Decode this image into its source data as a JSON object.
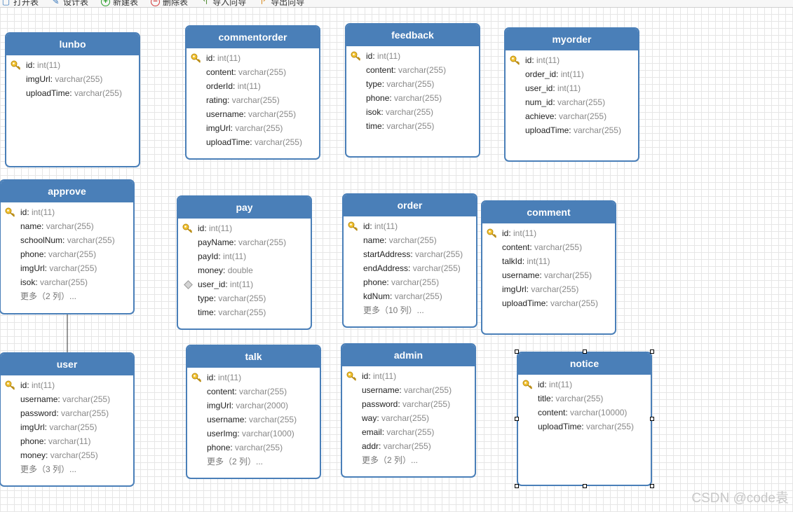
{
  "toolbar": [
    {
      "id": "open",
      "label": "打开表",
      "icon": "open-table-icon",
      "glyph": "▢"
    },
    {
      "id": "design",
      "label": "设计表",
      "icon": "design-table-icon",
      "glyph": "✎"
    },
    {
      "id": "new",
      "label": "新建表",
      "icon": "new-table-icon",
      "glyph": "+"
    },
    {
      "id": "del",
      "label": "删除表",
      "icon": "delete-table-icon",
      "glyph": "−"
    },
    {
      "id": "imp",
      "label": "导入向导",
      "icon": "import-wizard-icon",
      "glyph": "↰"
    },
    {
      "id": "exp",
      "label": "导出向导",
      "icon": "export-wizard-icon",
      "glyph": "↱"
    }
  ],
  "colors": {
    "header": "#4a7fb8",
    "border": "#4a7fb8",
    "key": "#f2c230",
    "type_text": "#888888"
  },
  "entities": [
    {
      "name": "lunbo",
      "fields": [
        {
          "name": "id",
          "type": "int(11)",
          "key": "pk"
        },
        {
          "name": "imgUrl",
          "type": "varchar(255)"
        },
        {
          "name": "uploadTime",
          "type": "varchar(255)"
        }
      ]
    },
    {
      "name": "commentorder",
      "fields": [
        {
          "name": "id",
          "type": "int(11)",
          "key": "pk"
        },
        {
          "name": "content",
          "type": "varchar(255)"
        },
        {
          "name": "orderId",
          "type": "int(11)"
        },
        {
          "name": "rating",
          "type": "varchar(255)"
        },
        {
          "name": "username",
          "type": "varchar(255)"
        },
        {
          "name": "imgUrl",
          "type": "varchar(255)"
        },
        {
          "name": "uploadTime",
          "type": "varchar(255)"
        }
      ]
    },
    {
      "name": "feedback",
      "fields": [
        {
          "name": "id",
          "type": "int(11)",
          "key": "pk"
        },
        {
          "name": "content",
          "type": "varchar(255)"
        },
        {
          "name": "type",
          "type": "varchar(255)"
        },
        {
          "name": "phone",
          "type": "varchar(255)"
        },
        {
          "name": "isok",
          "type": "varchar(255)"
        },
        {
          "name": "time",
          "type": "varchar(255)"
        }
      ]
    },
    {
      "name": "myorder",
      "fields": [
        {
          "name": "id",
          "type": "int(11)",
          "key": "pk"
        },
        {
          "name": "order_id",
          "type": "int(11)"
        },
        {
          "name": "user_id",
          "type": "int(11)"
        },
        {
          "name": "num_id",
          "type": "varchar(255)"
        },
        {
          "name": "achieve",
          "type": "varchar(255)"
        },
        {
          "name": "uploadTime",
          "type": "varchar(255)"
        }
      ]
    },
    {
      "name": "approve",
      "fields": [
        {
          "name": "id",
          "type": "int(11)",
          "key": "pk"
        },
        {
          "name": "name",
          "type": "varchar(255)"
        },
        {
          "name": "schoolNum",
          "type": "varchar(255)"
        },
        {
          "name": "phone",
          "type": "varchar(255)"
        },
        {
          "name": "imgUrl",
          "type": "varchar(255)"
        },
        {
          "name": "isok",
          "type": "varchar(255)"
        }
      ],
      "more": "更多（2 列）..."
    },
    {
      "name": "pay",
      "fields": [
        {
          "name": "id",
          "type": "int(11)",
          "key": "pk"
        },
        {
          "name": "payName",
          "type": "varchar(255)"
        },
        {
          "name": "payId",
          "type": "int(11)"
        },
        {
          "name": "money",
          "type": "double"
        },
        {
          "name": "user_id",
          "type": "int(11)",
          "key": "fk"
        },
        {
          "name": "type",
          "type": "varchar(255)"
        },
        {
          "name": "time",
          "type": "varchar(255)"
        }
      ]
    },
    {
      "name": "order",
      "fields": [
        {
          "name": "id",
          "type": "int(11)",
          "key": "pk"
        },
        {
          "name": "name",
          "type": "varchar(255)"
        },
        {
          "name": "startAddress",
          "type": "varchar(255)"
        },
        {
          "name": "endAddress",
          "type": "varchar(255)"
        },
        {
          "name": "phone",
          "type": "varchar(255)"
        },
        {
          "name": "kdNum",
          "type": "varchar(255)"
        }
      ],
      "more": "更多（10 列）..."
    },
    {
      "name": "comment",
      "fields": [
        {
          "name": "id",
          "type": "int(11)",
          "key": "pk"
        },
        {
          "name": "content",
          "type": "varchar(255)"
        },
        {
          "name": "talkId",
          "type": "int(11)"
        },
        {
          "name": "username",
          "type": "varchar(255)"
        },
        {
          "name": "imgUrl",
          "type": "varchar(255)"
        },
        {
          "name": "uploadTime",
          "type": "varchar(255)"
        }
      ]
    },
    {
      "name": "user",
      "fields": [
        {
          "name": "id",
          "type": "int(11)",
          "key": "pk"
        },
        {
          "name": "username",
          "type": "varchar(255)"
        },
        {
          "name": "password",
          "type": "varchar(255)"
        },
        {
          "name": "imgUrl",
          "type": "varchar(255)"
        },
        {
          "name": "phone",
          "type": "varchar(11)"
        },
        {
          "name": "money",
          "type": "varchar(255)"
        }
      ],
      "more": "更多（3 列）..."
    },
    {
      "name": "talk",
      "fields": [
        {
          "name": "id",
          "type": "int(11)",
          "key": "pk"
        },
        {
          "name": "content",
          "type": "varchar(255)"
        },
        {
          "name": "imgUrl",
          "type": "varchar(2000)"
        },
        {
          "name": "username",
          "type": "varchar(255)"
        },
        {
          "name": "userImg",
          "type": "varchar(1000)"
        },
        {
          "name": "phone",
          "type": "varchar(255)"
        }
      ],
      "more": "更多（2 列）..."
    },
    {
      "name": "admin",
      "fields": [
        {
          "name": "id",
          "type": "int(11)",
          "key": "pk"
        },
        {
          "name": "username",
          "type": "varchar(255)"
        },
        {
          "name": "password",
          "type": "varchar(255)"
        },
        {
          "name": "way",
          "type": "varchar(255)"
        },
        {
          "name": "email",
          "type": "varchar(255)"
        },
        {
          "name": "addr",
          "type": "varchar(255)"
        }
      ],
      "more": "更多（2 列）..."
    },
    {
      "name": "notice",
      "selected": true,
      "fields": [
        {
          "name": "id",
          "type": "int(11)",
          "key": "pk"
        },
        {
          "name": "title",
          "type": "varchar(255)"
        },
        {
          "name": "content",
          "type": "varchar(10000)"
        },
        {
          "name": "uploadTime",
          "type": "varchar(255)"
        }
      ]
    }
  ],
  "relations": [
    {
      "from": "approve",
      "to": "user"
    }
  ],
  "watermark": "CSDN @code袁"
}
